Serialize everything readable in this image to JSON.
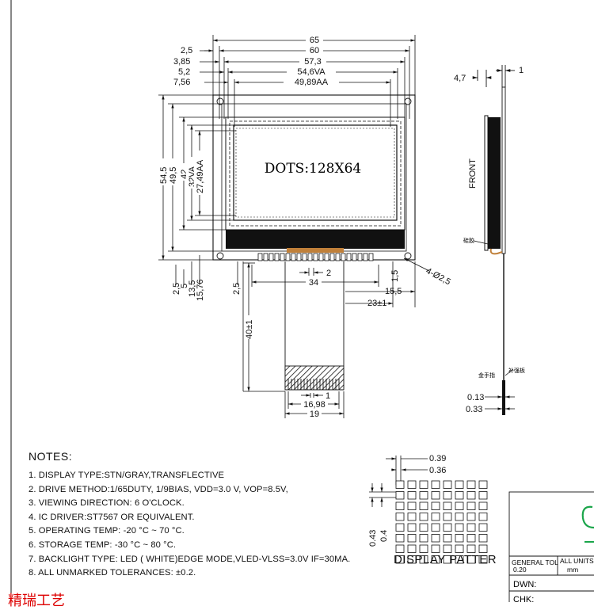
{
  "top_dims": [
    "65",
    "60",
    "57,3",
    "54,6VA",
    "49,89AA"
  ],
  "left_small_dims": [
    "2,5",
    "3,85",
    "5,2",
    "7,56"
  ],
  "vert_dims": [
    "54,5",
    "49,5",
    "42",
    "32VA",
    "27,49AA"
  ],
  "bottom_left_dims": [
    "2,5",
    "5",
    "13,5",
    "15,76"
  ],
  "bottom_dims": {
    "d_25": "2,5",
    "d_34": "34",
    "d_2": "2",
    "d_15": "1,5",
    "d_155": "15,5",
    "d_23": "23±1",
    "d_40": "40±1",
    "d_1": "1",
    "d_1698": "16,98",
    "d_19": "19",
    "d_holes": "4-Ø2,5"
  },
  "display_text": "DOTS:128X64",
  "side": {
    "d_47": "4,7",
    "d_1": "1",
    "front": "FRONT",
    "label_a": "硅胶",
    "label_b": "金手指",
    "label_c": "补强板",
    "d_013": "0.13",
    "d_033": "0.33"
  },
  "notes": {
    "title": "NOTES:",
    "items": [
      "1. DISPLAY TYPE:STN/GRAY,TRANSFLECTIVE",
      "2. DRIVE METHOD:1/65DUTY, 1/9BIAS, VDD=3.0 V, VOP=8.5V,",
      "3. VIEWING DIRECTION:  6  O'CLOCK.",
      "4. IC DRIVER:ST7567 OR EQUIVALENT.",
      "5. OPERATING TEMP: -20 °C ~ 70 °C.",
      "6. STORAGE TEMP: -30 °C ~ 80 °C.",
      "7. BACKLIGHT TYPE:  LED ( WHITE)EDGE MODE,VLED-VLSS=3.0V IF=30MA.",
      "8. ALL UNMARKED TOLERANCES: ±0.2."
    ]
  },
  "pattern": {
    "d_039": "0.39",
    "d_036": "0.36",
    "d_043": "0.43",
    "d_04": "0.4",
    "label": "DISPLAY PATTER"
  },
  "title_block": {
    "tol_label": "GENERAL TOL",
    "tol_value": "0.20",
    "units_label": "ALL UNITS:",
    "units_value": "mm",
    "dwn": "DWN:",
    "chk": "CHK:"
  },
  "colors": {
    "line": "#111111",
    "red": "#dd0000",
    "logo_green": "#1aa54a",
    "cable_copper": "#c0803a"
  },
  "footer_red_text": "精瑞工艺"
}
